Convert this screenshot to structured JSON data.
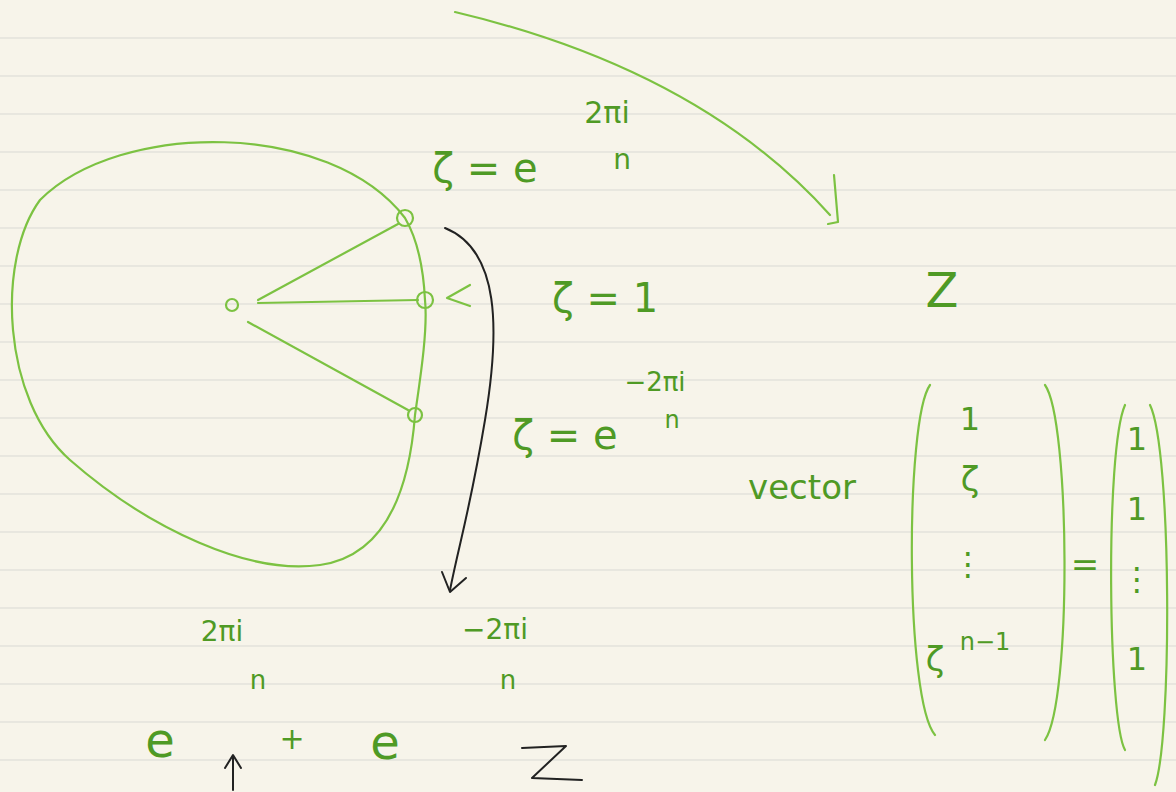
{
  "diagram": {
    "labels": [
      "ζ = e",
      "2πi",
      "n",
      "ζ = 1",
      "ζ = e",
      "−2πi",
      "n",
      "Z",
      "vector",
      "1",
      "ζ",
      "⋮",
      "ζ",
      "n−1",
      "=",
      "1",
      "1",
      "⋮",
      "1",
      "e",
      "2πi",
      "n",
      "+",
      "e",
      "−2πi",
      "n"
    ]
  }
}
